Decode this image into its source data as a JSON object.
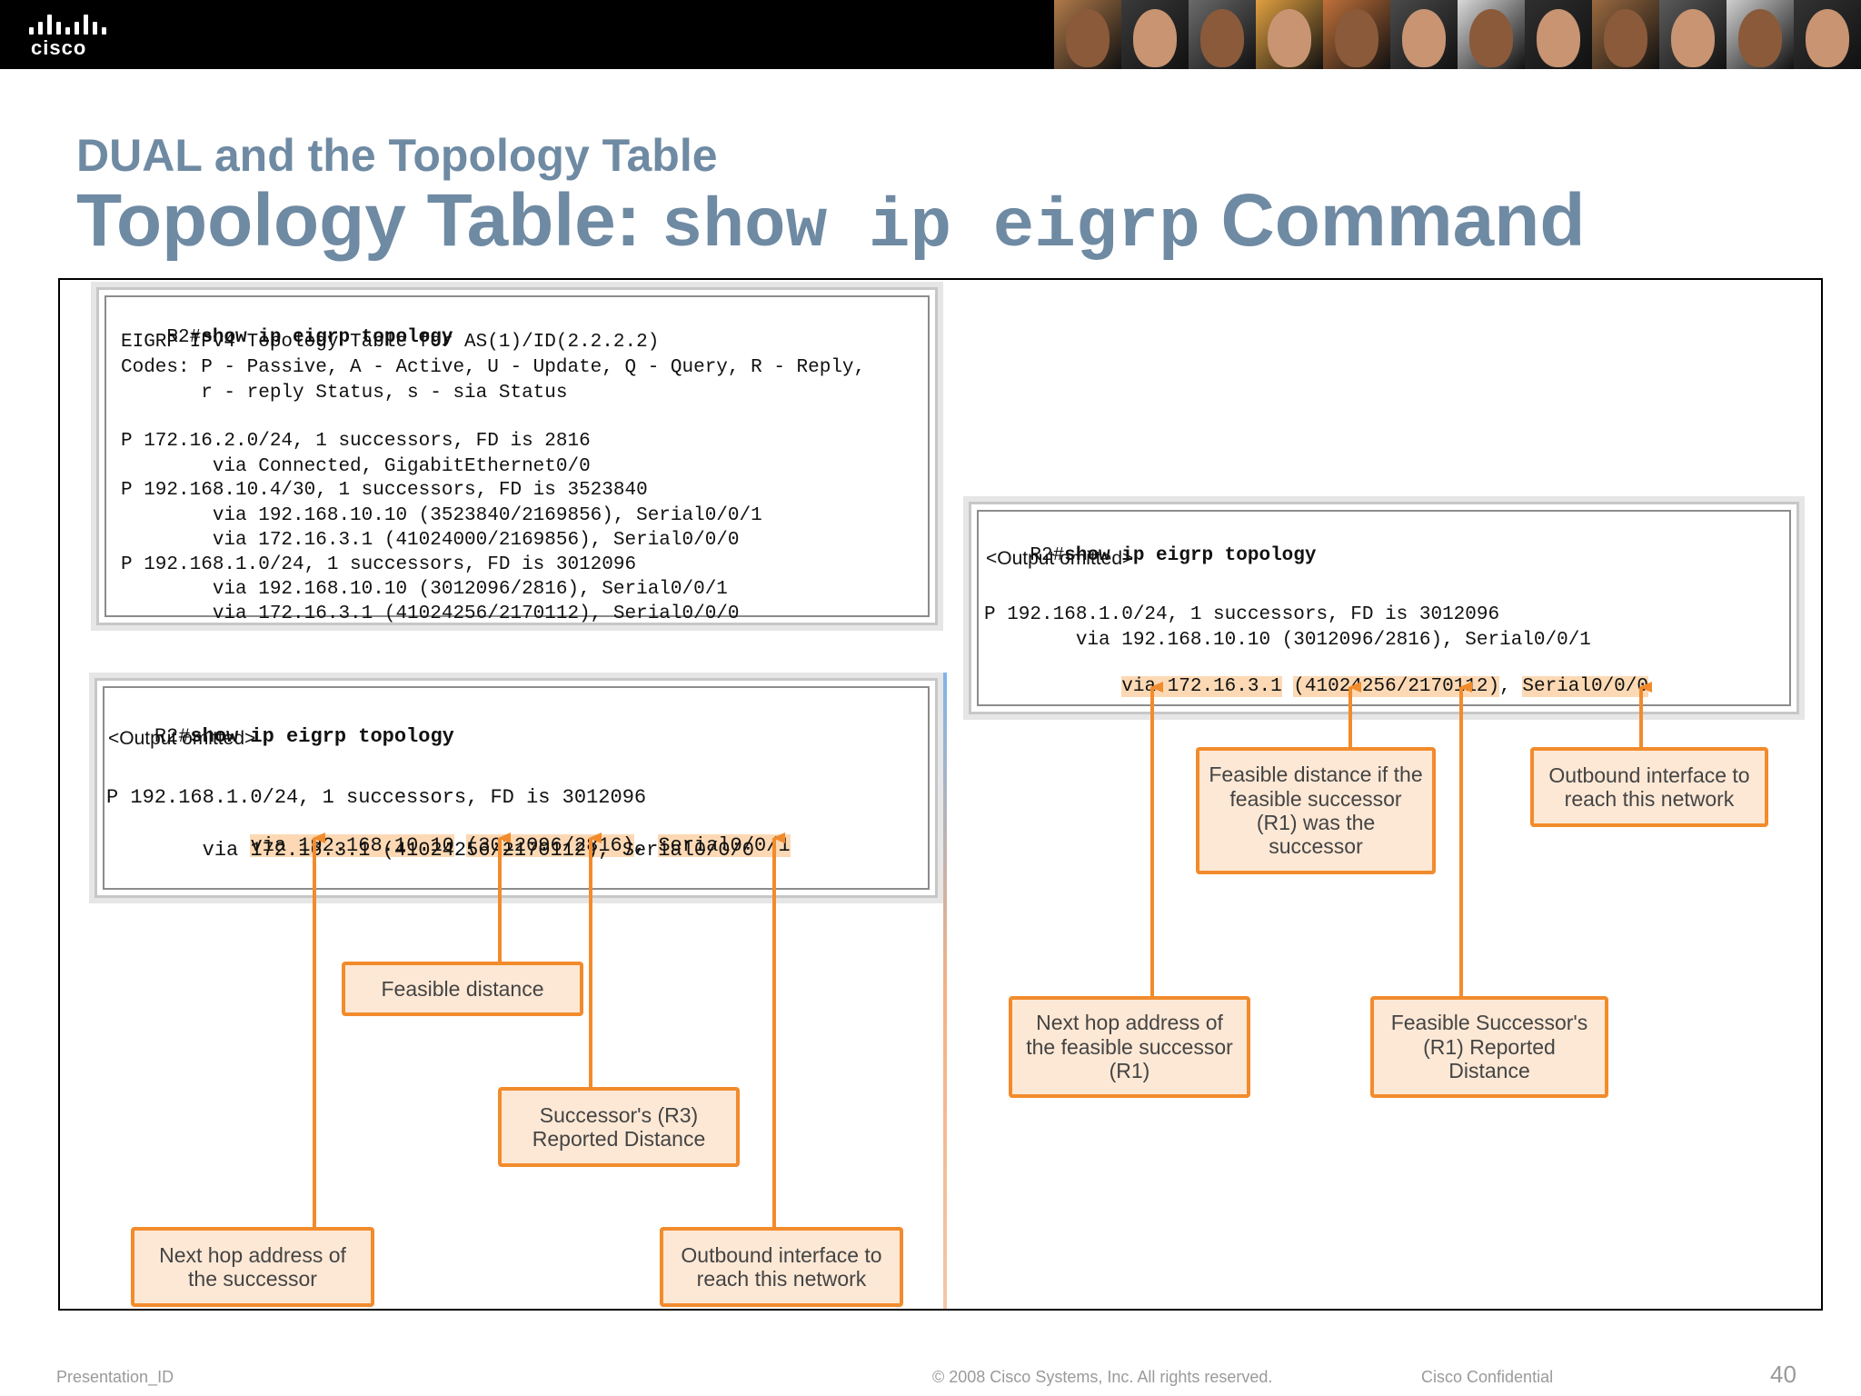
{
  "header": {
    "logo_text": "cisco",
    "photo_colors": [
      "#b07a4a",
      "#3a3a3a",
      "#6a6a6a",
      "#e0a040",
      "#c0703a",
      "#4a4a4a",
      "#d9d9d9",
      "#2f2f2f",
      "#9a6a40",
      "#5a5a5a",
      "#cfcfcf",
      "#333333"
    ]
  },
  "slide": {
    "subtitle": "DUAL and the Topology Table",
    "title_prefix": "Topology Table:",
    "title_code": "show ip eigrp",
    "title_suffix": "Command"
  },
  "top_terminal": {
    "prompt": "R2#",
    "command": "show ip eigrp topology",
    "lines": [
      "EIGRP-IPv4 Topology Table for AS(1)/ID(2.2.2.2)",
      "Codes: P - Passive, A - Active, U - Update, Q - Query, R - Reply,",
      "       r - reply Status, s - sia Status",
      "P 172.16.2.0/24, 1 successors, FD is 2816",
      "        via Connected, GigabitEthernet0/0",
      "P 192.168.10.4/30, 1 successors, FD is 3523840",
      "        via 192.168.10.10 (3523840/2169856), Serial0/0/1",
      "        via 172.16.3.1 (41024000/2169856), Serial0/0/0",
      "P 192.168.1.0/24, 1 successors, FD is 3012096",
      "        via 192.168.10.10 (3012096/2816), Serial0/0/1",
      "        via 172.16.3.1 (41024256/2170112), Serial0/0/0"
    ]
  },
  "left_terminal": {
    "prompt": "R2#",
    "command": "show ip eigrp topology",
    "omitted": "<Output omitted>",
    "route": "P 192.168.1.0/24, 1 successors, FD is 3012096",
    "via1_indent": "        ",
    "via1_hop": "via 192.168.10.10",
    "via1_metric": "(3012096/2816)",
    "via1_sep": ",",
    "via1_iface": "Serial0/0/1",
    "via2": "        via 172.16.3.1 (41024256/2170112), Serial0/0/0"
  },
  "right_terminal": {
    "prompt": "R2#",
    "command": "show ip eigrp topology",
    "omitted": "<Output omitted>",
    "route": "P 192.168.1.0/24, 1 successors, FD is 3012096",
    "via1": "        via 192.168.10.10 (3012096/2816), Serial0/0/1",
    "via2_indent": "        ",
    "via2_hop": "via 172.16.3.1",
    "via2_metric": "(41024256/2170112)",
    "via2_sep": ",",
    "via2_iface": "Serial0/0/0"
  },
  "callouts": {
    "left_feasible_distance": "Feasible distance",
    "left_reported_distance": "Successor's (R3) Reported Distance",
    "left_next_hop": "Next hop address of the successor",
    "left_outbound": "Outbound interface to reach this network",
    "right_fd_if_successor": "Feasible distance if the feasible successor (R1) was the successor",
    "right_outbound": "Outbound interface to reach this network",
    "right_next_hop": "Next hop address of the feasible successor (R1)",
    "right_fs_reported": "Feasible Successor's (R1) Reported Distance"
  },
  "colors": {
    "title": "#6f8aa3",
    "callout_border": "#f28b2c",
    "callout_fill": "#fde8d5",
    "highlight": "#fcd9b4"
  },
  "footer": {
    "presentation_id": "Presentation_ID",
    "copyright": "© 2008 Cisco Systems, Inc. All rights reserved.",
    "confidential": "Cisco Confidential",
    "page_number": "40"
  }
}
